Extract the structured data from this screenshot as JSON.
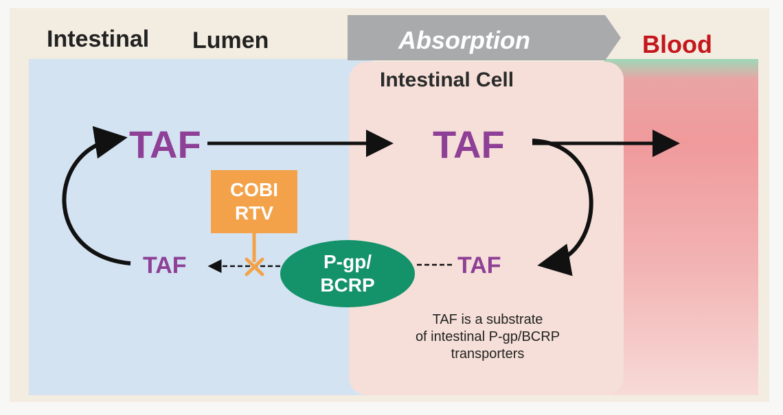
{
  "header": {
    "intestinal": "Intestinal",
    "lumen": "Lumen",
    "absorption": "Absorption",
    "blood": "Blood"
  },
  "cell": {
    "label": "Intestinal Cell"
  },
  "drug": {
    "lumen_top": "TAF",
    "cell_top": "TAF",
    "lumen_bottom": "TAF",
    "cell_bottom": "TAF"
  },
  "inhibitor": {
    "line1": "COBI",
    "line2": "RTV"
  },
  "transporter": {
    "line1": "P-gp/",
    "line2": "BCRP"
  },
  "caption": {
    "line1": "TAF is a substrate",
    "line2": "of intestinal P-gp/BCRP",
    "line3": "transporters"
  },
  "colors": {
    "lumen": "#d3e3f2",
    "cell": "#f5dfd8",
    "blood": "#f09a9c",
    "drug_text": "#8e3f96",
    "inhibitor": "#f4a24a",
    "transporter": "#14926a",
    "blood_label": "#c4161c",
    "banner": "#a9aaac"
  }
}
